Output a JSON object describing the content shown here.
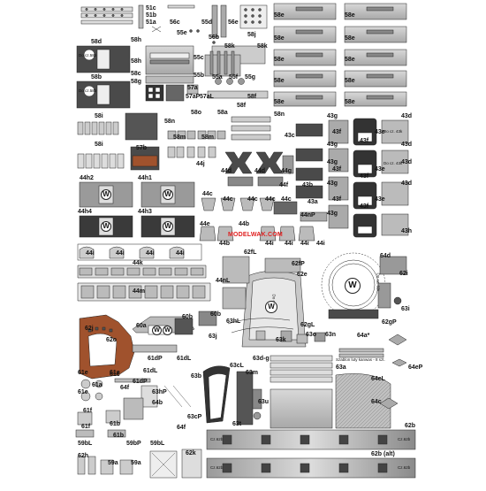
{
  "watermark": "MODELWAK.COM",
  "notes": {
    "do_cz_58b_top": "Do cz.58b",
    "do_cz_58b_bottom": "Do cz.58b",
    "do_cz_62j": "Do cz. 62j",
    "do_cz_43k_1": "Do cz. 43k",
    "do_cz_43k_2": "Do cz. 43k",
    "do_cz_62i": "Do cz. 62i",
    "szablon": "Szablon luty kanwas - 8 szt.",
    "cz_62b_tag_1": "Cz.62b",
    "cz_62b_tag_2": "Cz.62b",
    "cz_62b_tag_3": "Cz.62b",
    "cz_62b_tag_4": "Cz.62b"
  },
  "w_marker": "W",
  "colors": {
    "ink": "#222222",
    "panel_light": "#c8c8c8",
    "panel_mid": "#9a9a9a",
    "panel_dark": "#4a4a4a",
    "rust": "#a0522d",
    "label_red": "#d01010"
  },
  "labels": {
    "l51c": "51c",
    "l51b": "51b",
    "l51a": "51a",
    "l56c": "56c",
    "l55d": "55d",
    "l56e": "56e",
    "l56b": "56b",
    "l55e": "55e",
    "l58j": "58j",
    "l58d": "58d",
    "l58h": "58h",
    "l58k": "58k",
    "l55c": "55c",
    "l58e1": "58e",
    "l58e2": "58e",
    "l58e3": "58e",
    "l58e4": "58e",
    "l58e5": "58e",
    "l58e6": "58e",
    "l58e7": "58e",
    "l58e8": "58e",
    "l58e9": "58e",
    "l58e10": "58e",
    "l58h2": "58h",
    "l58c": "58c",
    "l55b": "55b",
    "l55a": "55a",
    "l55f": "55f",
    "l55g": "55g",
    "l58g": "58g",
    "l58b": "58b",
    "l57a": "57a",
    "l57aP": "57aP",
    "l57aL": "57aL",
    "l58f1": "58f",
    "l58f2": "58f",
    "l58i1": "58i",
    "l58i2": "58i",
    "l58n1": "58n",
    "l58n2": "58n",
    "l58o": "58o",
    "l58a": "58a",
    "l58m1": "58m",
    "l58m2": "58m",
    "l57b": "57b",
    "l43g1": "43g",
    "l43d1": "43d",
    "l43c": "43c",
    "l43f1": "43f",
    "l43e1": "43e",
    "l43f2": "43f",
    "l43g2": "43g",
    "l43d2": "43d",
    "l43g3": "43g",
    "l43d3": "43d",
    "l43f3": "43f",
    "l43e2": "43e",
    "l43f4": "43f",
    "l43g4": "43g",
    "l43d4": "43d",
    "l43f5": "43f",
    "l43e3": "43e",
    "l43f6": "43f",
    "l43g5": "43g",
    "l43b": "43b",
    "l43a": "43a",
    "l43h": "43h",
    "l44j": "44j",
    "l44d1": "44d",
    "l44d2": "44d",
    "l44f": "44f",
    "l44g": "44g",
    "l44h2": "44h2",
    "l44h1": "44h1",
    "l44h4": "44h4",
    "l44h3": "44h3",
    "l44c1": "44c",
    "l44c2": "44c",
    "l44c3": "44c",
    "l44c4": "44c",
    "l44c5": "44c",
    "l44nP": "44nP",
    "l44e": "44e",
    "l44b1": "44b",
    "l44b2": "44b",
    "l44i1": "44i",
    "l44i2": "44i",
    "l44i3": "44i",
    "l44i4": "44i",
    "l44i5": "44i",
    "l44i6": "44i",
    "l44i7": "44i",
    "l44i8": "44i",
    "l44k": "44k",
    "l44m": "44m",
    "l44nL": "44nL",
    "l62fL": "62fL",
    "l62fP": "62fP",
    "l62e": "62e",
    "l64d": "64d",
    "l62i": "62i",
    "l63i": "63i",
    "l62gL": "62gL",
    "l62gP": "62gP",
    "l62j": "62j",
    "l62o": "62o",
    "l60a": "60a",
    "l60b1": "60b",
    "l60b2": "60b",
    "l63hL": "63hL",
    "l63j": "63j",
    "l63k": "63k",
    "l63o": "63o",
    "l63n": "63n",
    "l64a": "64a*",
    "l61dL": "61dL",
    "l61dP": "61dP",
    "l61e1": "61e",
    "l61e2": "61e",
    "l61e3": "61e",
    "l61c": "61c",
    "l61a": "61a",
    "l61b1": "61b",
    "l61b2": "61b",
    "l61f1": "61f",
    "l61f2": "61f",
    "l64f1": "64f",
    "l64f2": "64f",
    "l63hP": "63hP",
    "l64b": "64b",
    "l63cP": "63cP",
    "l63cL": "63cL",
    "l63b": "63b",
    "l63m": "63m",
    "l63dg": "63d-g",
    "l63a": "63a",
    "l64eL": "64eL",
    "l64eP": "64eP",
    "l64c": "64c",
    "l63u": "63u",
    "l63t": "63t",
    "l59bL": "59bL",
    "l59bP": "59bP",
    "l62h": "62h",
    "l59a1": "59a",
    "l59a2": "59a",
    "l62k": "62k",
    "l62b": "62b",
    "l62bAlt": "62b (alt)"
  }
}
